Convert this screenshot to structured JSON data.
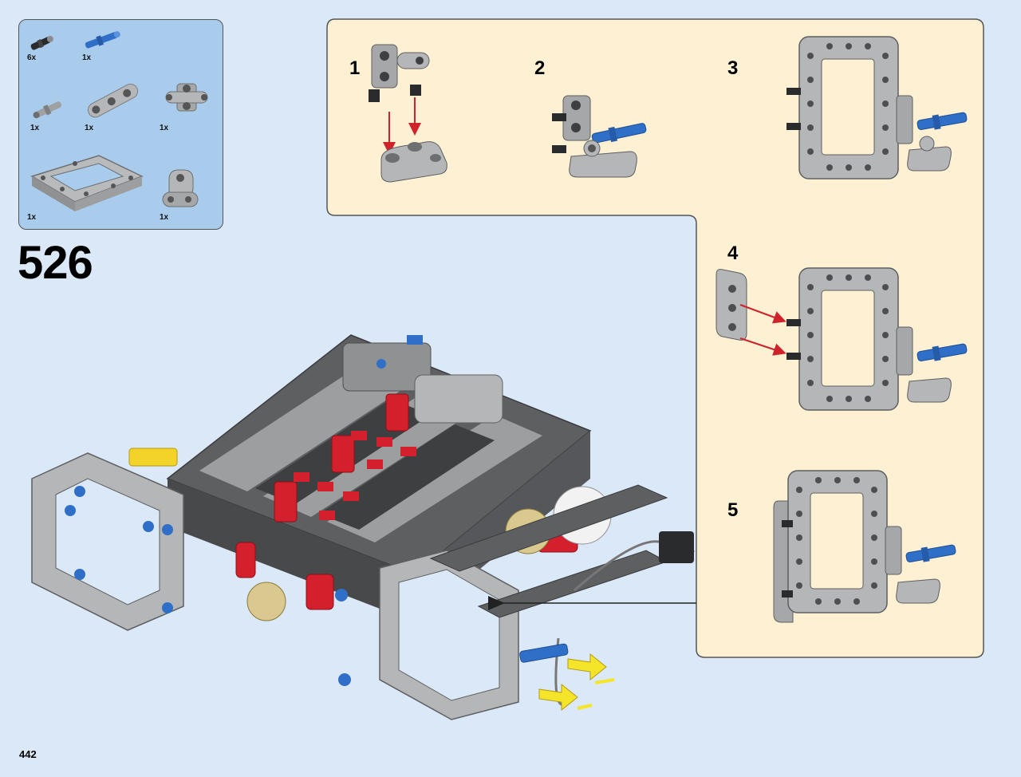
{
  "parts_list": [
    {
      "qty": "6x",
      "part": "black-pin-with-bush"
    },
    {
      "qty": "1x",
      "part": "blue-axle-pin"
    },
    {
      "qty": "1x",
      "part": "grey-axle-pin"
    },
    {
      "qty": "1x",
      "part": "grey-beam-3"
    },
    {
      "qty": "1x",
      "part": "grey-connector-cross"
    },
    {
      "qty": "1x",
      "part": "grey-frame-5x7"
    },
    {
      "qty": "1x",
      "part": "grey-beam-triangle"
    }
  ],
  "step": {
    "number": "526"
  },
  "substeps": [
    {
      "label": "1"
    },
    {
      "label": "2"
    },
    {
      "label": "3"
    },
    {
      "label": "4"
    },
    {
      "label": "5"
    }
  ],
  "page": {
    "number": "442"
  },
  "colors": {
    "page_bg": "#dbe8f8",
    "parts_box_bg": "#a9ccec",
    "subassembly_bg": "#fdf0d3",
    "arrow_red": "#d0222b",
    "hint_yellow": "#f5e52a",
    "brick_grey": "#a5a7a8",
    "brick_dark": "#4d4f52",
    "brick_blue": "#2f6fc7",
    "brick_red": "#d3202c"
  }
}
